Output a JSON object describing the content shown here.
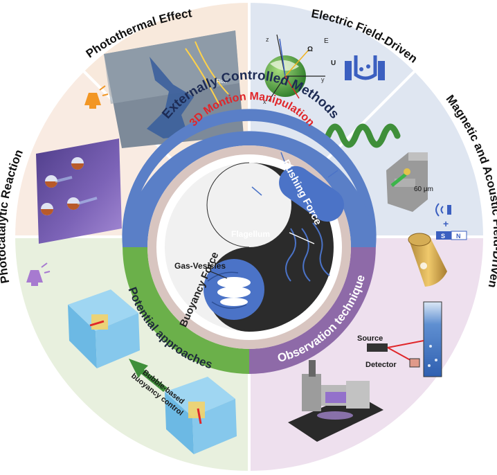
{
  "outer_labels": {
    "photothermal": "Photothermal Effect",
    "electric": "Electric Field-Driven",
    "magnetic": "Magnetic and Acoustic Field-Driven",
    "photocatalytic": "Photocatalytic Reaction"
  },
  "ring_labels": {
    "external": "Externally Controlled Methods",
    "potential": "Potential approaches",
    "observation": "Observation technique"
  },
  "core": {
    "manipulation": "3D Montion Manipulation",
    "pushing": "Pushing Force",
    "buoyancy": "Buoyancy Force",
    "flagellum": "Flagellum",
    "gas_vesicles": "Gas-Vesicles"
  },
  "annotations": {
    "scale": "60 μm",
    "source": "Source",
    "detector": "Detector",
    "bubble_line1": "Bubble-based",
    "bubble_line2": "buoyancy control",
    "magnet_s": "S",
    "magnet_n": "N",
    "flow": "Flow",
    "axis_z": "z",
    "axis_x": "x",
    "axis_y": "y",
    "axis_u": "U",
    "axis_omega": "Ω",
    "axis_e": "E"
  },
  "colors": {
    "photothermal_bg": "#f8e9dc",
    "electric_bg": "#dfe6f1",
    "magnetic_bg": "#dfe6f1",
    "photocatalytic_bg": "#f9ebe2",
    "potential_bg": "#e8f0de",
    "observation_bg": "#eee0ee",
    "ring_blue": "#5a7fc7",
    "ring_green": "#6bb04a",
    "ring_purple": "#8e6aa8",
    "accent_red": "#e0262a"
  }
}
